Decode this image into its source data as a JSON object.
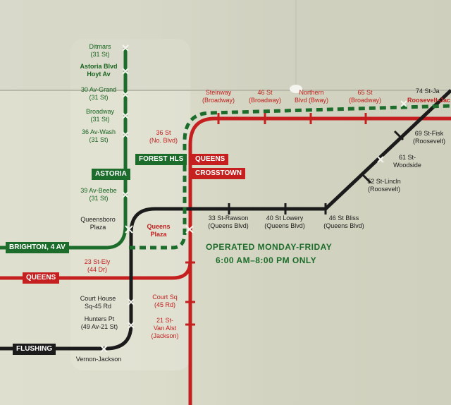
{
  "banners": {
    "astoria": "ASTORIA",
    "forest_hls": "FOREST HLS",
    "queens_crosstown_1": "QUEENS",
    "queens_crosstown_2": "CROSSTOWN",
    "brighton": "BRIGHTON, 4 AV",
    "queens": "QUEENS",
    "flushing": "FLUSHING"
  },
  "note": {
    "line1": "OPERATED MONDAY-FRIDAY",
    "line2": "6:00 AM–8:00 PM ONLY"
  },
  "astoria_stations": {
    "ditmars_1": "Ditmars",
    "ditmars_2": "(31 St)",
    "astoria_blvd_1": "Astoria Blvd",
    "astoria_blvd_2": "Hoyt Av",
    "av30_1": "30 Av-Grand",
    "av30_2": "(31 St)",
    "broadway_1": "Broadway",
    "broadway_2": "(31 St)",
    "av36_1": "36 Av-Wash",
    "av36_2": "(31 St)",
    "av39_1": "39 Av-Beebe",
    "av39_2": "(31 St)",
    "queensboro_1": "Queensboro",
    "queensboro_2": "Plaza"
  },
  "crosstown_stations": {
    "steinway_1": "Steinway",
    "steinway_2": "(Broadway)",
    "st46_1": "46 St",
    "st46_2": "(Broadway)",
    "northern_1": "Northern",
    "northern_2": "Blvd (Bway)",
    "st65_1": "65 St",
    "st65_2": "(Broadway)",
    "st74_1": "74 St-Ja",
    "roosevelt_1": "Roosevelt-Jac",
    "st36nb_1": "36 St",
    "st36nb_2": "(No. Blvd)",
    "queens_plaza_1": "Queens",
    "queens_plaza_2": "Plaza",
    "ely_1": "23 St-Ely",
    "ely_2": "(44 Dr)",
    "court_sq_1": "Court Sq",
    "court_sq_2": "(45 Rd)",
    "van_alst_1": "21 St-",
    "van_alst_2": "Van Alst",
    "van_alst_3": "(Jackson)"
  },
  "flushing_stations": {
    "rawson_1": "33 St-Rawson",
    "rawson_2": "(Queens Blvd)",
    "lowery_1": "40 St Lowery",
    "lowery_2": "(Queens Blvd)",
    "bliss_1": "46 St Bliss",
    "bliss_2": "(Queens Blvd)",
    "lincoln_1": "52 St-Lincln",
    "lincoln_2": "(Roosevelt)",
    "woodside_1": "61 St-",
    "woodside_2": "Woodside",
    "fisk_1": "69 St-Fisk",
    "fisk_2": "(Roosevelt)",
    "courthouse_1": "Court House",
    "courthouse_2": "Sq-45 Rd",
    "hunters_1": "Hunters Pt",
    "hunters_2": "(49 Av-21 St)",
    "vernon_1": "Vernon-Jackson"
  },
  "colors": {
    "green": "#1c6d2b",
    "red": "#c5201f",
    "black": "#1b1b1b",
    "paper": "#dcdccb"
  }
}
